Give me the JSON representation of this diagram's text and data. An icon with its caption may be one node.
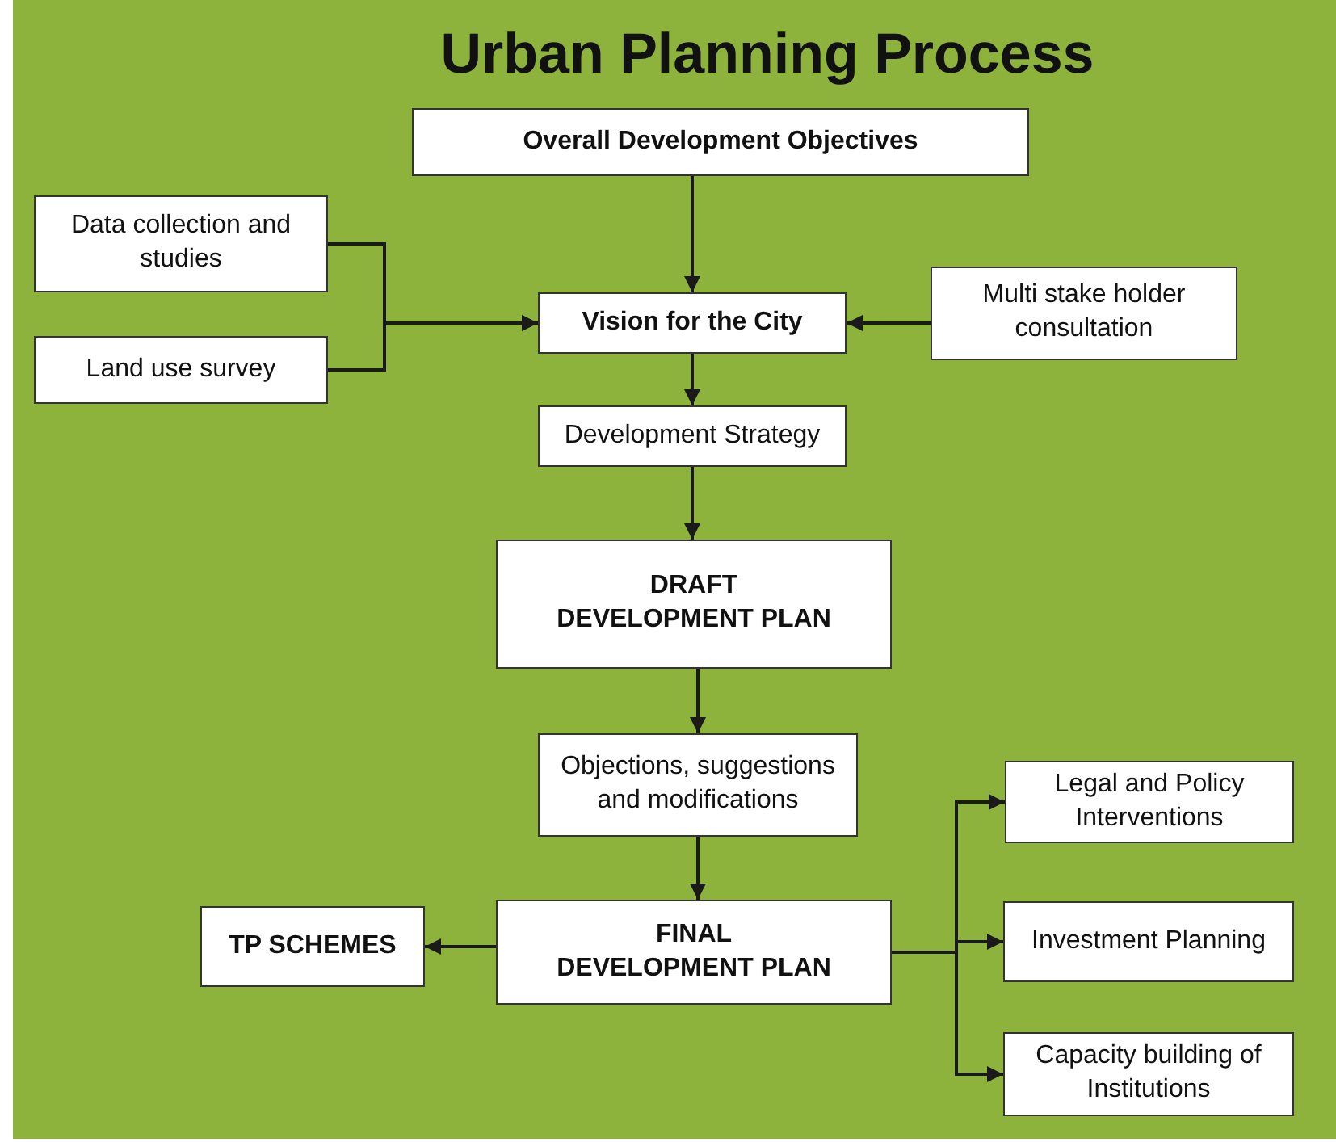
{
  "diagram": {
    "title": "Urban Planning Process",
    "nodes": [
      {
        "text": [
          "Overall Development Objectives"
        ]
      },
      {
        "text": [
          "Data collection and studies"
        ]
      },
      {
        "text": [
          "Land use survey"
        ]
      },
      {
        "text": [
          "Vision for the City"
        ]
      },
      {
        "text": [
          "Multi stake holder consultation"
        ]
      },
      {
        "text": [
          "Development Strategy"
        ]
      },
      {
        "text": [
          "DRAFT DEVELOPMENT PLAN"
        ]
      },
      {
        "text": [
          "Objections, suggestions and modifications"
        ]
      },
      {
        "text": [
          "FINAL DEVELOPMENT PLAN"
        ]
      },
      {
        "text": [
          "TP SCHEMES"
        ]
      },
      {
        "text": [
          "Legal and Policy Interventions"
        ]
      },
      {
        "text": [
          "Investment Planning"
        ]
      },
      {
        "text": [
          "Capacity building of Institutions"
        ]
      }
    ],
    "edges": [
      {
        "from": 0,
        "to": 3,
        "arrow": "to"
      },
      {
        "from": 1,
        "to": 3,
        "arrow": "to"
      },
      {
        "from": 2,
        "to": 3,
        "arrow": "to"
      },
      {
        "from": 4,
        "to": 3,
        "arrow": "to"
      },
      {
        "from": 3,
        "to": 5,
        "arrow": "to"
      },
      {
        "from": 5,
        "to": 6,
        "arrow": "to"
      },
      {
        "from": 6,
        "to": 7,
        "arrow": "to"
      },
      {
        "from": 7,
        "to": 8,
        "arrow": "to"
      },
      {
        "from": 8,
        "to": 9,
        "arrow": "to"
      },
      {
        "from": 8,
        "to": 10,
        "arrow": "to"
      },
      {
        "from": 8,
        "to": 11,
        "arrow": "to"
      },
      {
        "from": 8,
        "to": 12,
        "arrow": "to"
      }
    ]
  }
}
